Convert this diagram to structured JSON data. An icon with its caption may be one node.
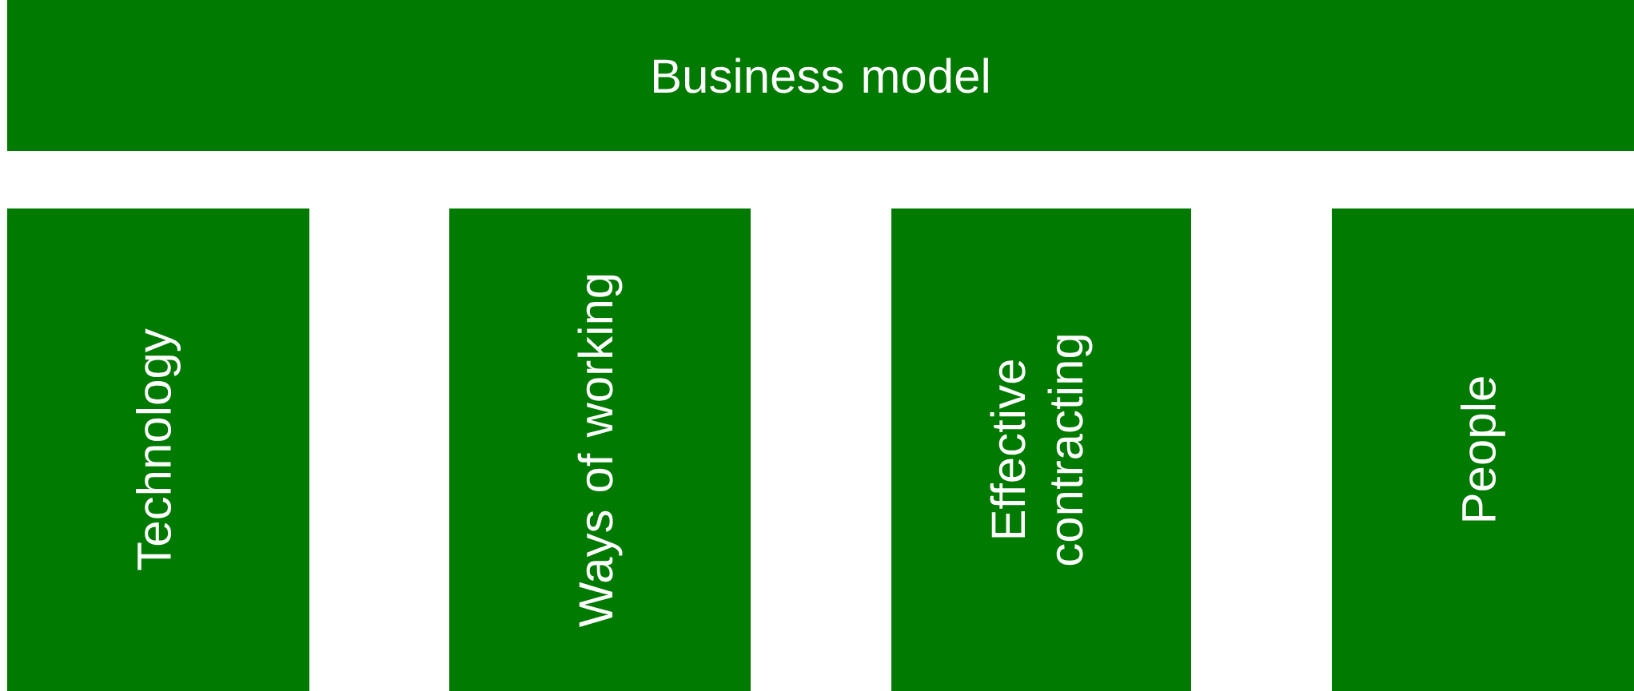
{
  "diagram": {
    "nodes": [
      {
        "text": [
          "Business model"
        ]
      },
      {
        "text": [
          "Technology"
        ]
      },
      {
        "text": [
          "Ways of working"
        ]
      },
      {
        "text": [
          "Effective contracting"
        ]
      },
      {
        "text": [
          "People"
        ]
      }
    ]
  }
}
